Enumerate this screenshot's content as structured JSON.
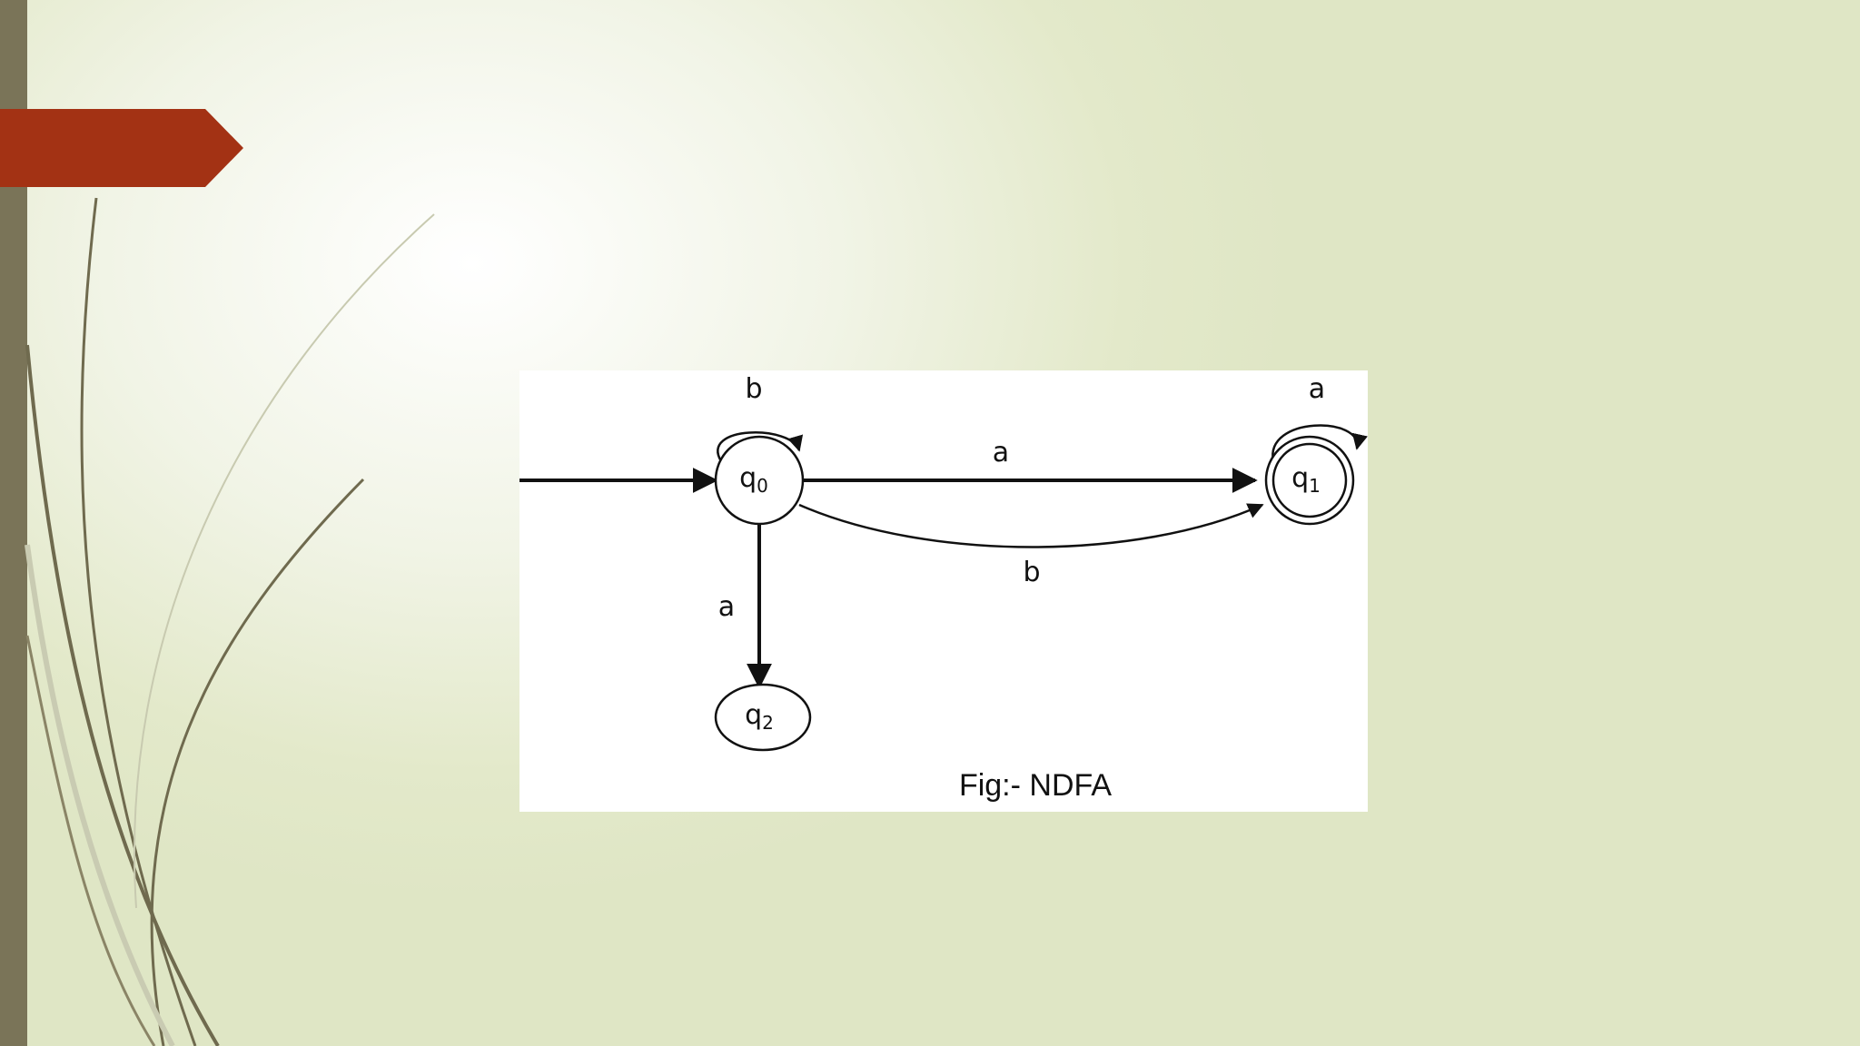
{
  "slide": {
    "colors": {
      "accent": "#a33214",
      "bar": "#7a7458",
      "background": "#e3e9ca"
    },
    "decoration": "grass-curves"
  },
  "diagram": {
    "type": "state-transition",
    "caption": "Fig:- NDFA",
    "states": [
      {
        "id": "q0",
        "label": "q",
        "sub": "0",
        "initial": true,
        "accepting": false
      },
      {
        "id": "q1",
        "label": "q",
        "sub": "1",
        "initial": false,
        "accepting": true
      },
      {
        "id": "q2",
        "label": "q",
        "sub": "2",
        "initial": false,
        "accepting": false
      }
    ],
    "transitions": [
      {
        "from": "q0",
        "to": "q0",
        "symbol": "b"
      },
      {
        "from": "q0",
        "to": "q1",
        "symbol": "a"
      },
      {
        "from": "q0",
        "to": "q1",
        "symbol": "b"
      },
      {
        "from": "q0",
        "to": "q2",
        "symbol": "a"
      },
      {
        "from": "q1",
        "to": "q1",
        "symbol": "a"
      }
    ]
  }
}
